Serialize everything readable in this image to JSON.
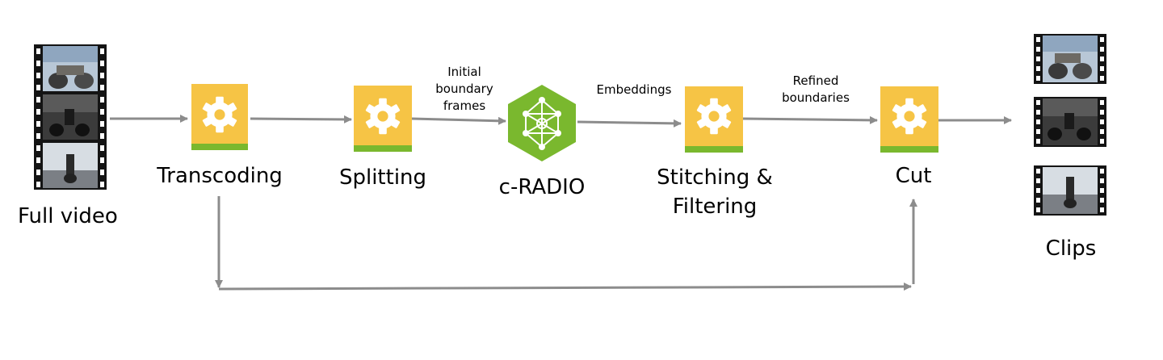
{
  "diagram": {
    "input": {
      "label": "Full video"
    },
    "output": {
      "label": "Clips"
    },
    "stages": {
      "transcoding": "Transcoding",
      "splitting": "Splitting",
      "model": "c-RADIO",
      "stitching_line1": "Stitching &",
      "stitching_line2": "Filtering",
      "cut": "Cut"
    },
    "edges": {
      "initial_line1": "Initial",
      "initial_line2": "boundary",
      "initial_line3": "frames",
      "embeddings": "Embeddings",
      "refined_line1": "Refined",
      "refined_line2": "boundaries"
    },
    "icons": {
      "stage": "gear-icon",
      "model": "neural-network-icon",
      "media": "film-strip-icon"
    },
    "colors": {
      "stage": "#F6C445",
      "stage_bar": "#7AB82E",
      "model": "#7AB82E",
      "arrow": "#8C8C8C"
    }
  }
}
